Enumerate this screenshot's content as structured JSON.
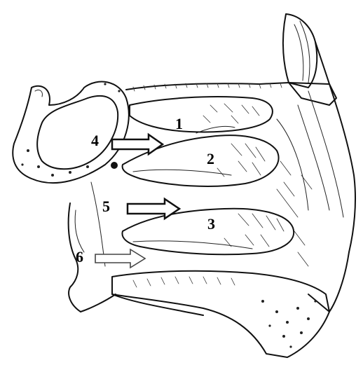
{
  "labels": {
    "l1": "1",
    "l2": "2",
    "l3": "3",
    "l4": "4",
    "l5": "5",
    "l6": "6"
  },
  "colors": {
    "ink": "#111111",
    "arrow_fill": "#ffffff"
  }
}
